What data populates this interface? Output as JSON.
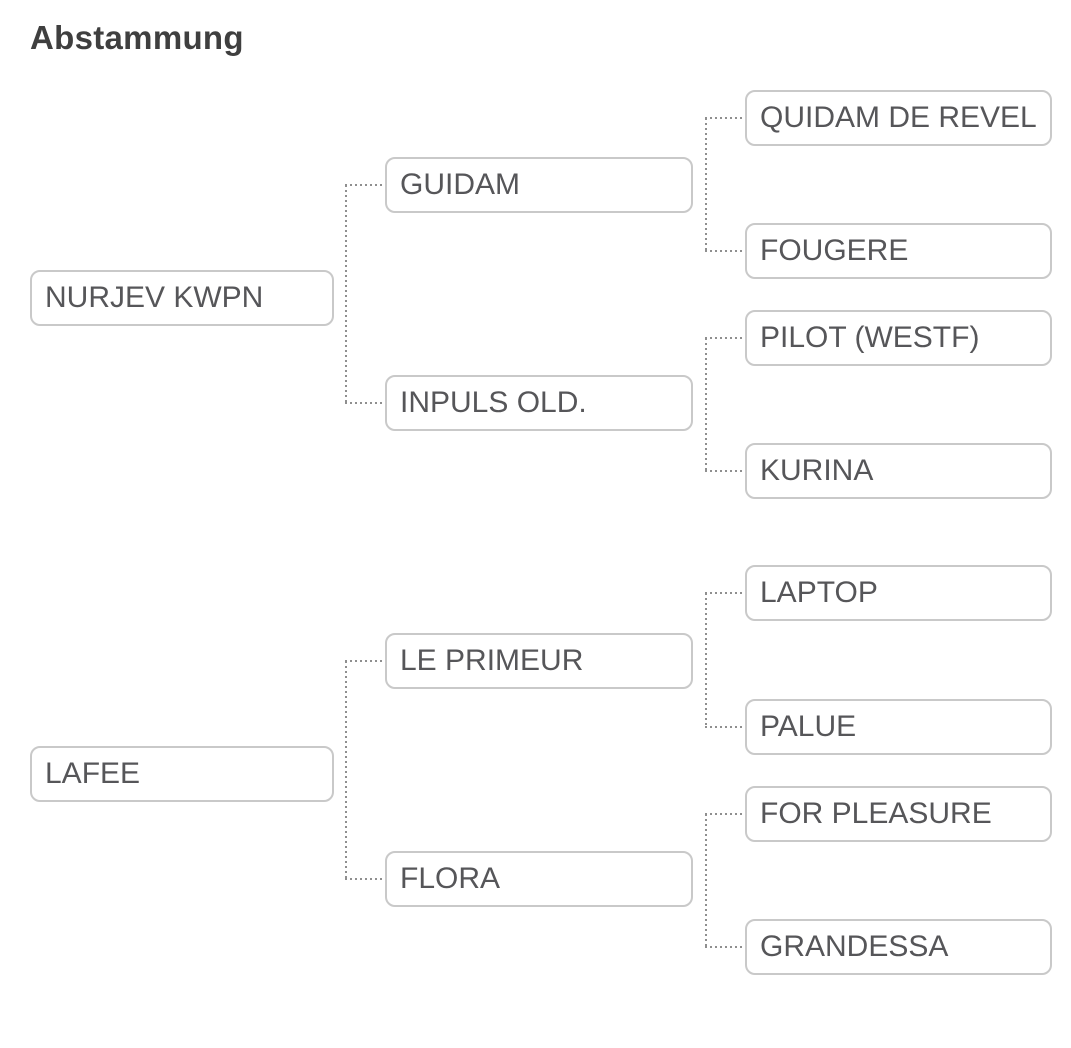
{
  "title": "Abstammung",
  "colors": {
    "background": "#ffffff",
    "title_text": "#3f3f3f",
    "box_border": "#c9c9c9",
    "box_text": "#565659",
    "connector": "#8f8f8f"
  },
  "tree": {
    "nodes": [
      {
        "id": "nurjev-kwpn",
        "label": "NURJEV KWPN",
        "generation": 1,
        "parent_of": null
      },
      {
        "id": "lafee",
        "label": "LAFEE",
        "generation": 1,
        "parent_of": null
      },
      {
        "id": "guidam",
        "label": "GUIDAM",
        "generation": 2,
        "parent_of": "nurjev-kwpn"
      },
      {
        "id": "inpuls-old",
        "label": "INPULS OLD.",
        "generation": 2,
        "parent_of": "nurjev-kwpn"
      },
      {
        "id": "le-primeur",
        "label": "LE PRIMEUR",
        "generation": 2,
        "parent_of": "lafee"
      },
      {
        "id": "flora",
        "label": "FLORA",
        "generation": 2,
        "parent_of": "lafee"
      },
      {
        "id": "quidam-de-revel",
        "label": "QUIDAM DE REVEL",
        "generation": 3,
        "parent_of": "guidam"
      },
      {
        "id": "fougere",
        "label": "FOUGERE",
        "generation": 3,
        "parent_of": "guidam"
      },
      {
        "id": "pilot-westf",
        "label": "PILOT (WESTF)",
        "generation": 3,
        "parent_of": "inpuls-old"
      },
      {
        "id": "kurina",
        "label": "KURINA",
        "generation": 3,
        "parent_of": "inpuls-old"
      },
      {
        "id": "laptop",
        "label": "LAPTOP",
        "generation": 3,
        "parent_of": "le-primeur"
      },
      {
        "id": "palue",
        "label": "PALUE",
        "generation": 3,
        "parent_of": "le-primeur"
      },
      {
        "id": "for-pleasure",
        "label": "FOR PLEASURE",
        "generation": 3,
        "parent_of": "flora"
      },
      {
        "id": "grandessa",
        "label": "GRANDESSA",
        "generation": 3,
        "parent_of": "flora"
      }
    ]
  }
}
